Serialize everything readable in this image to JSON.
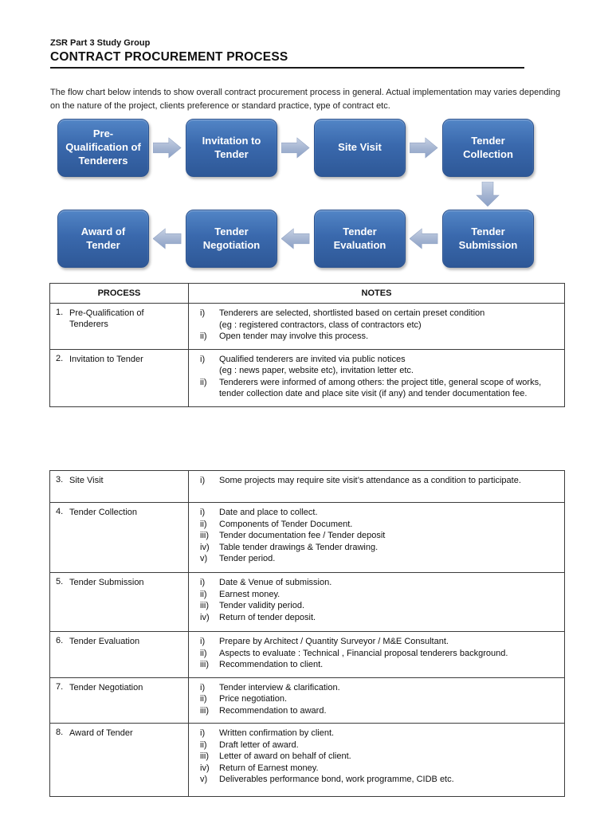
{
  "header": {
    "group_label": "ZSR Part 3 Study Group",
    "title": "CONTRACT PROCUREMENT PROCESS"
  },
  "intro": {
    "text": "The flow chart below intends to show overall contract procurement process in general.  Actual implementation may varies depending on the nature of the project, clients preference or standard practice, type of contract etc."
  },
  "colors": {
    "box_blue": "#3a69ad",
    "box_blue_dark": "#2e5897",
    "arrow_light": "#c6d1e4",
    "arrow_dark": "#8ba1c7",
    "text_on_box": "#ffffff"
  },
  "flowchart": {
    "rows": [
      {
        "arrow": "right",
        "labels": [
          "Pre-Qualification of Tenderers",
          "Invitation to Tender",
          "Site Visit",
          "Tender Collection"
        ]
      },
      {
        "arrow": "left",
        "labels": [
          "Award of Tender",
          "Tender Negotiation",
          "Tender Evaluation",
          "Tender Submission"
        ]
      }
    ],
    "connector": "down"
  },
  "table1": {
    "headers": [
      "PROCESS",
      "NOTES"
    ],
    "rows": [
      {
        "num": "1.",
        "process": "Pre-Qualification of Tenderers",
        "notes": [
          {
            "m": "i)",
            "t": "Tenderers are selected, shortlisted based on certain preset condition\n(eg : registered contractors, class of contractors etc)"
          },
          {
            "m": "ii)",
            "t": "Open tender may involve this process."
          }
        ]
      },
      {
        "num": "2.",
        "process": "Invitation to Tender",
        "notes": [
          {
            "m": "i)",
            "t": "Qualified tenderers are invited via public notices\n(eg : news paper, website etc), invitation letter etc."
          },
          {
            "m": "ii)",
            "t": "Tenderers were informed of among others: the project title, general scope of works,\ntender collection date and place site visit (if any) and tender documentation fee."
          }
        ]
      }
    ]
  },
  "table2": {
    "rows": [
      {
        "num": "3.",
        "process": "Site Visit",
        "notes": [
          {
            "m": "i)",
            "t": "Some projects may require site visit’s attendance as a condition to participate."
          }
        ]
      },
      {
        "num": "4.",
        "process": "Tender Collection",
        "notes": [
          {
            "m": "i)",
            "t": "Date and place to collect."
          },
          {
            "m": "ii)",
            "t": "Components of Tender Document."
          },
          {
            "m": "iii)",
            "t": "Tender documentation fee / Tender deposit"
          },
          {
            "m": "iv)",
            "t": "Table tender drawings & Tender drawing."
          },
          {
            "m": "v)",
            "t": "Tender period."
          }
        ]
      },
      {
        "num": "5.",
        "process": "Tender Submission",
        "notes": [
          {
            "m": "i)",
            "t": "Date & Venue of submission."
          },
          {
            "m": "ii)",
            "t": "Earnest money."
          },
          {
            "m": "iii)",
            "t": "Tender validity period."
          },
          {
            "m": "iv)",
            "t": "Return of tender deposit."
          }
        ]
      },
      {
        "num": "6.",
        "process": "Tender Evaluation",
        "notes": [
          {
            "m": "i)",
            "t": "Prepare by Architect / Quantity Surveyor / M&E Consultant."
          },
          {
            "m": "ii)",
            "t": "Aspects to evaluate : Technical , Financial proposal tenderers background."
          },
          {
            "m": "iii)",
            "t": "Recommendation to client."
          }
        ]
      },
      {
        "num": "7.",
        "process": "Tender Negotiation",
        "notes": [
          {
            "m": "i)",
            "t": "Tender interview & clarification."
          },
          {
            "m": "ii)",
            "t": "Price negotiation."
          },
          {
            "m": "iii)",
            "t": "Recommendation to award."
          }
        ]
      },
      {
        "num": "8.",
        "process": "Award of Tender",
        "notes": [
          {
            "m": "i)",
            "t": "Written confirmation by client."
          },
          {
            "m": "ii)",
            "t": "Draft letter of award."
          },
          {
            "m": "iii)",
            "t": "Letter of award on behalf of client."
          },
          {
            "m": "iv)",
            "t": "Return of Earnest money."
          },
          {
            "m": "v)",
            "t": "Deliverables performance bond, work programme, CIDB etc."
          }
        ]
      }
    ]
  }
}
